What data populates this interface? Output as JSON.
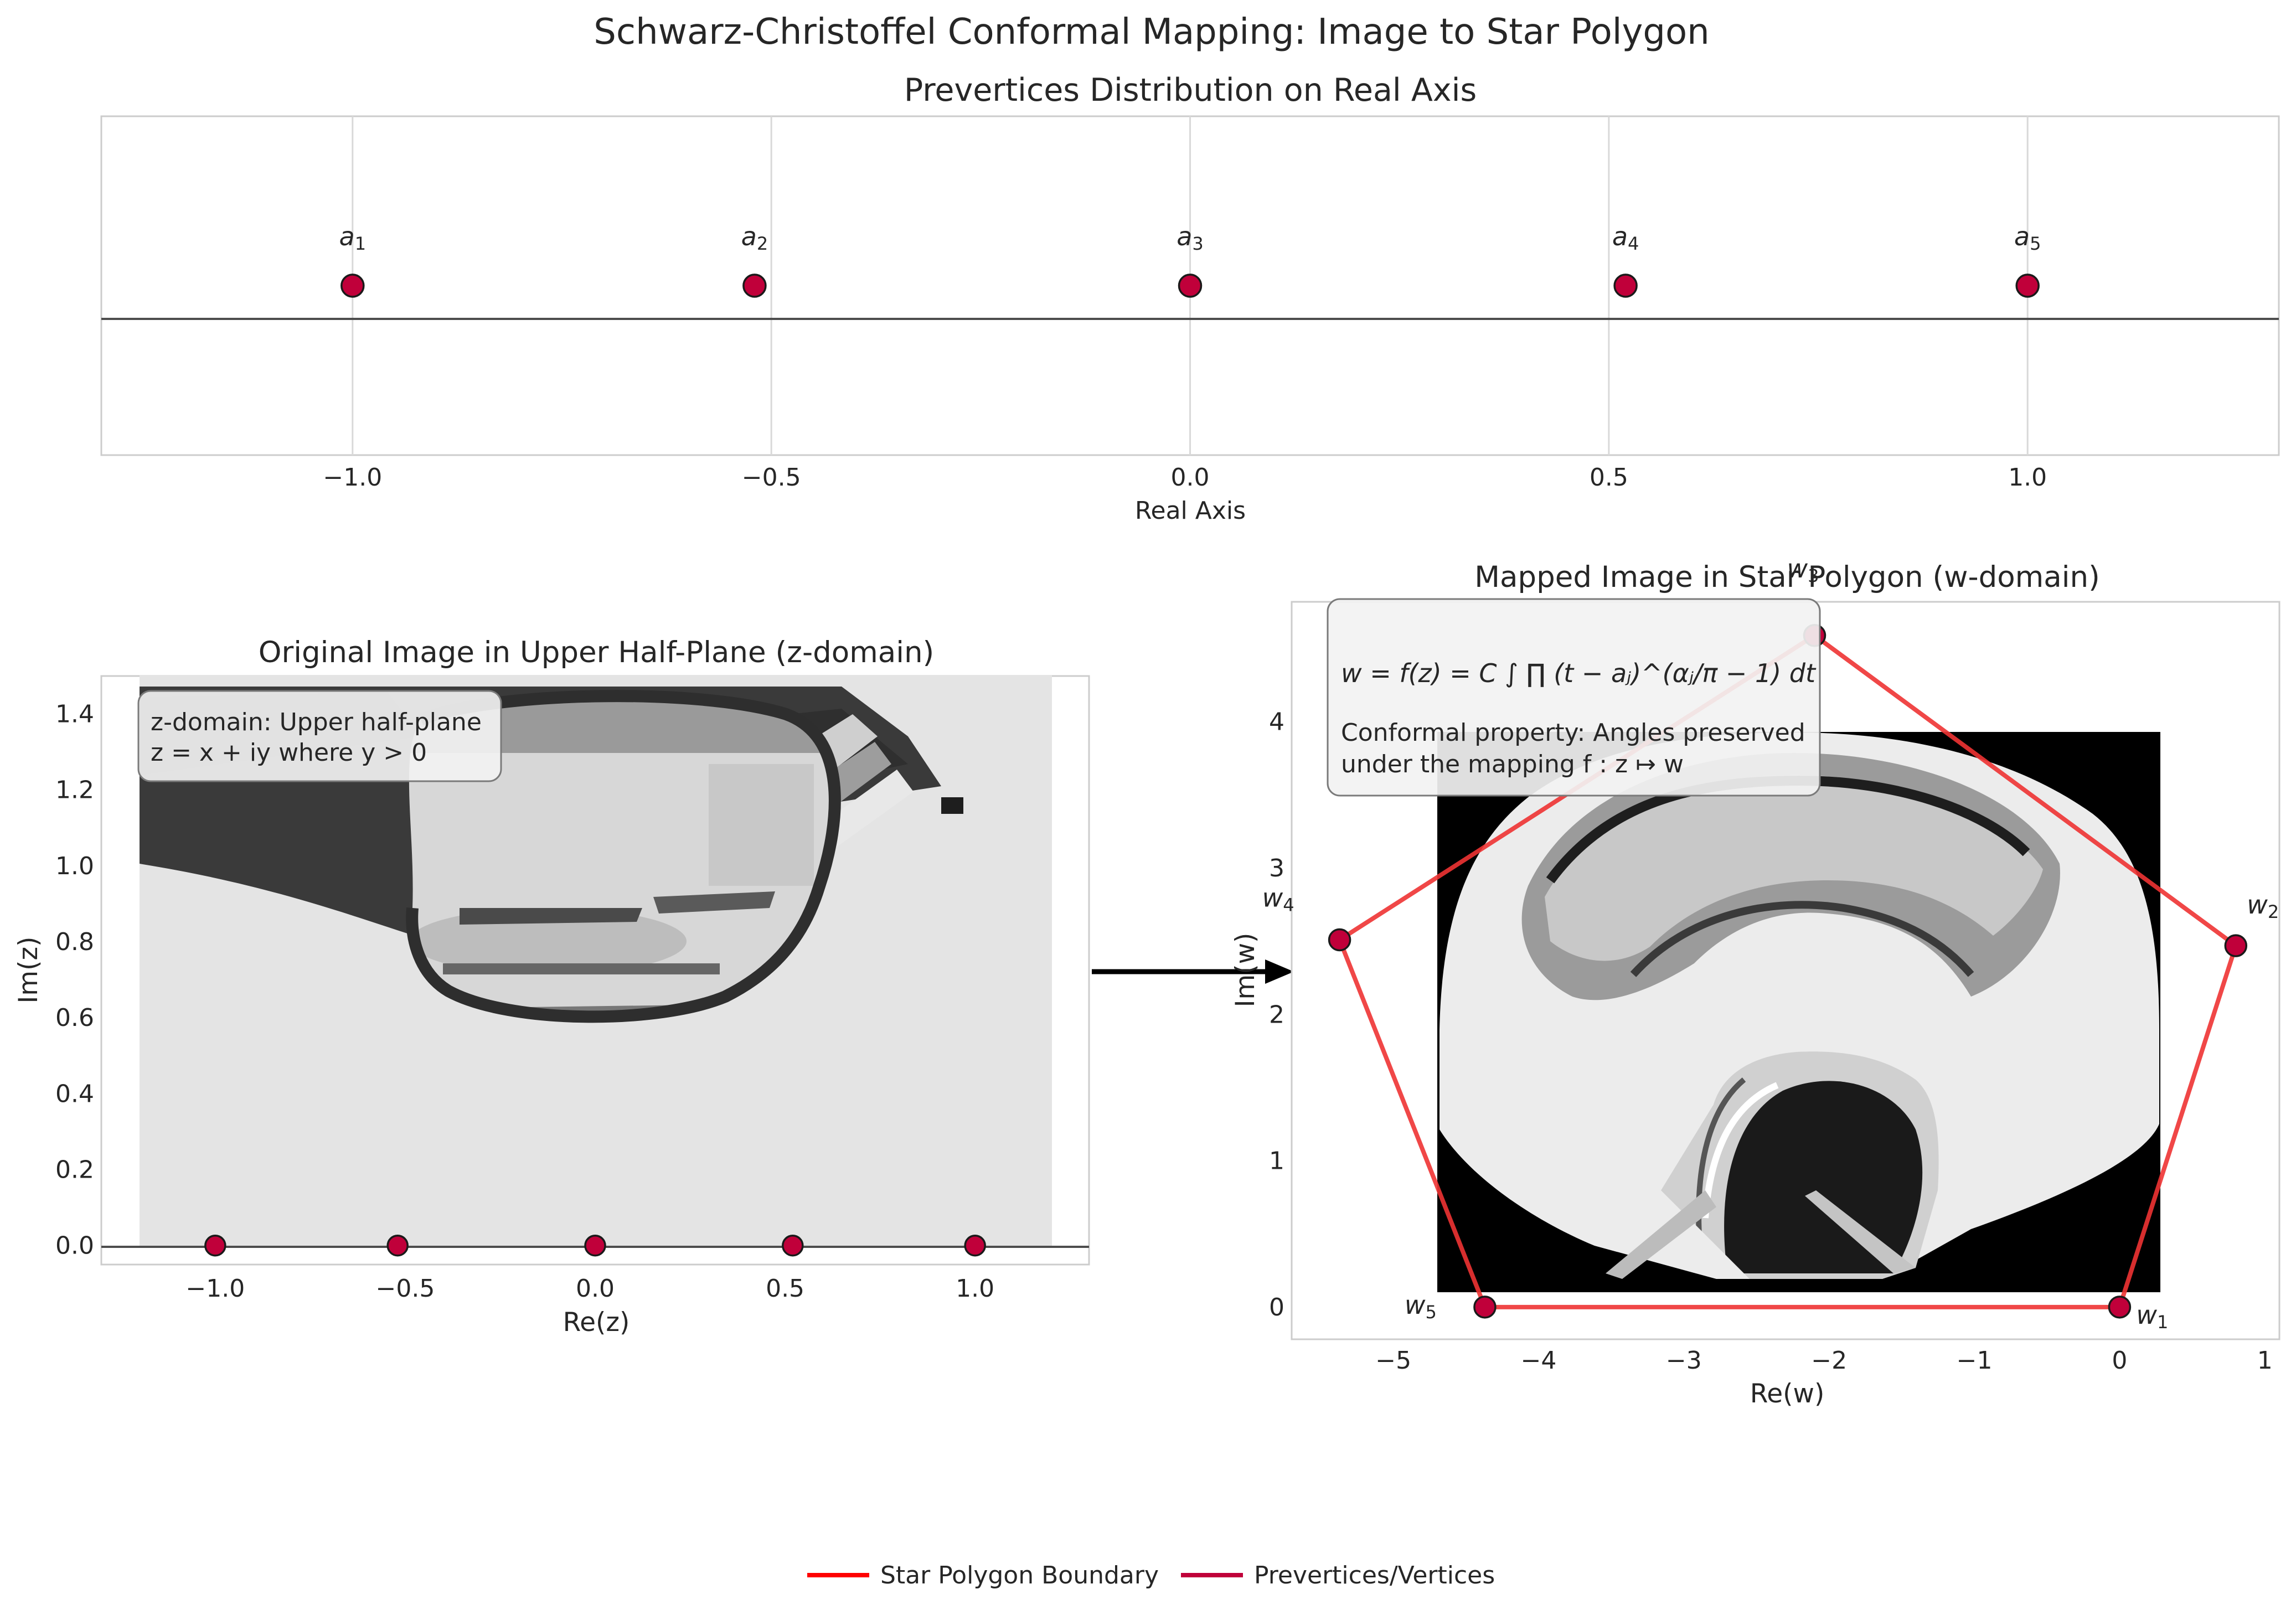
{
  "figure": {
    "suptitle": "Schwarz-Christoffel Conformal Mapping: Image to Star Polygon"
  },
  "legend": {
    "items": [
      {
        "label": "Star Polygon Boundary",
        "color": "#ff0000"
      },
      {
        "label": "Prevertices/Vertices",
        "color": "#c0003a"
      }
    ]
  },
  "chart_data": [
    {
      "type": "scatter",
      "title": "Prevertices Distribution on Real Axis",
      "xlabel": "Real Axis",
      "ylabel": "",
      "xlim": [
        -1.3,
        1.3
      ],
      "ylim": [
        -0.5,
        0.5
      ],
      "xticks": [
        -1.0,
        -0.5,
        0.0,
        0.5,
        1.0
      ],
      "xtick_labels": [
        "−1.0",
        "−0.5",
        "0.0",
        "0.5",
        "1.0"
      ],
      "grid": true,
      "points": [
        {
          "label": "a",
          "sub": "1",
          "x": -1.0,
          "y": 0
        },
        {
          "label": "a",
          "sub": "2",
          "x": -0.52,
          "y": 0
        },
        {
          "label": "a",
          "sub": "3",
          "x": 0.0,
          "y": 0
        },
        {
          "label": "a",
          "sub": "4",
          "x": 0.52,
          "y": 0
        },
        {
          "label": "a",
          "sub": "5",
          "x": 1.0,
          "y": 0
        }
      ],
      "marker_color": "#c0003a"
    },
    {
      "type": "scatter",
      "title": "Original Image in Upper Half-Plane (z-domain)",
      "xlabel": "Re(z)",
      "ylabel": "Im(z)",
      "xlim": [
        -1.3,
        1.3
      ],
      "ylim": [
        -0.05,
        1.5
      ],
      "xticks": [
        -1.0,
        -0.5,
        0.0,
        0.5,
        1.0
      ],
      "xtick_labels": [
        "−1.0",
        "−0.5",
        "0.0",
        "0.5",
        "1.0"
      ],
      "yticks": [
        0.0,
        0.2,
        0.4,
        0.6,
        0.8,
        1.0,
        1.2,
        1.4
      ],
      "ytick_labels": [
        "0.0",
        "0.2",
        "0.4",
        "0.6",
        "0.8",
        "1.0",
        "1.2",
        "1.4"
      ],
      "image_extent": [
        -1.2,
        1.2,
        0.0,
        1.5
      ],
      "points": [
        {
          "x": -1.0,
          "y": 0
        },
        {
          "x": -0.52,
          "y": 0
        },
        {
          "x": 0.0,
          "y": 0
        },
        {
          "x": 0.52,
          "y": 0
        },
        {
          "x": 1.0,
          "y": 0
        }
      ],
      "annotation": {
        "line1": "z-domain: Upper half-plane",
        "line2": "z = x + iy where y > 0"
      }
    },
    {
      "type": "line",
      "title": "Mapped Image in Star Polygon (w-domain)",
      "xlabel": "Re(w)",
      "ylabel": "Im(w)",
      "xlim": [
        -5.7,
        1.1
      ],
      "ylim": [
        -0.22,
        4.82
      ],
      "xticks": [
        -5,
        -4,
        -3,
        -2,
        -1,
        0,
        1
      ],
      "xtick_labels": [
        "−5",
        "−4",
        "−3",
        "−2",
        "−1",
        "0",
        "1"
      ],
      "yticks": [
        0,
        1,
        2,
        3,
        4
      ],
      "ytick_labels": [
        "0",
        "1",
        "2",
        "3",
        "4"
      ],
      "image_extent": [
        -4.7,
        0.3,
        0.08,
        3.93
      ],
      "vertices": [
        {
          "label": "w",
          "sub": "1",
          "x": 0.0,
          "y": 0.0
        },
        {
          "label": "w",
          "sub": "2",
          "x": 0.8,
          "y": 2.47
        },
        {
          "label": "w",
          "sub": "3",
          "x": -2.1,
          "y": 4.59
        },
        {
          "label": "w",
          "sub": "4",
          "x": -5.37,
          "y": 2.51
        },
        {
          "label": "w",
          "sub": "5",
          "x": -4.37,
          "y": 0.0
        }
      ],
      "boundary_color": "#ee3333",
      "annotation": {
        "formula": "w = f(z) = C ∫ ∏ (t − aⱼ)^(αⱼ/π − 1) dt",
        "line1": "Conformal property: Angles preserved",
        "line2": "under the mapping f : z ↦ w"
      }
    }
  ]
}
